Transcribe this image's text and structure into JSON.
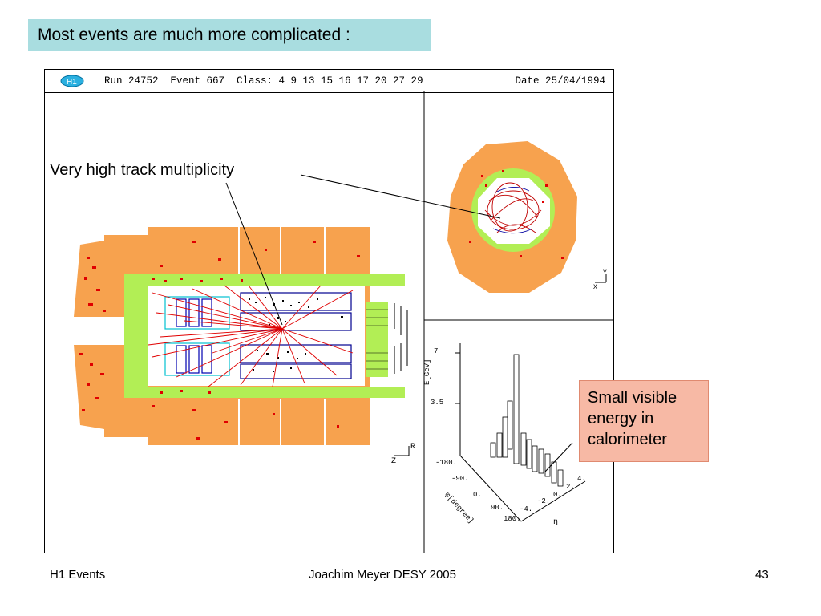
{
  "slide": {
    "title": "Most events are much more complicated :",
    "footer_left": "H1 Events",
    "footer_center": "Joachim Meyer  DESY  2005",
    "footer_right": "43"
  },
  "event_display": {
    "header_text": "Run 24752  Event 667  Class: 4 9 13 15 16 17 20 27 29",
    "header_date": "Date 25/04/1994",
    "rz_axis_labels": [
      "R",
      "Z"
    ],
    "xy_axis_labels": [
      "Y",
      "X"
    ],
    "lego_axes": {
      "z_label": "E[GeV]",
      "z_ticks": [
        "7",
        "3.5"
      ],
      "phi_label": "φ[degree]",
      "phi_ticks": [
        "-180.",
        "-90.",
        "0.",
        "90.",
        "180."
      ],
      "eta_label": "η",
      "eta_ticks": [
        "-4.",
        "-2.",
        "0.",
        "2.",
        "4."
      ]
    },
    "colors": {
      "calorimeter_outer": "#f7a24e",
      "calorimeter_inner": "#b2ee55",
      "tracks": "#e00000",
      "chambers": "#0000a0"
    }
  },
  "annotations": {
    "tracks_label": "Very high track multiplicity",
    "energy_label_lines": [
      "Small visible",
      "energy in",
      "calorimeter"
    ]
  }
}
